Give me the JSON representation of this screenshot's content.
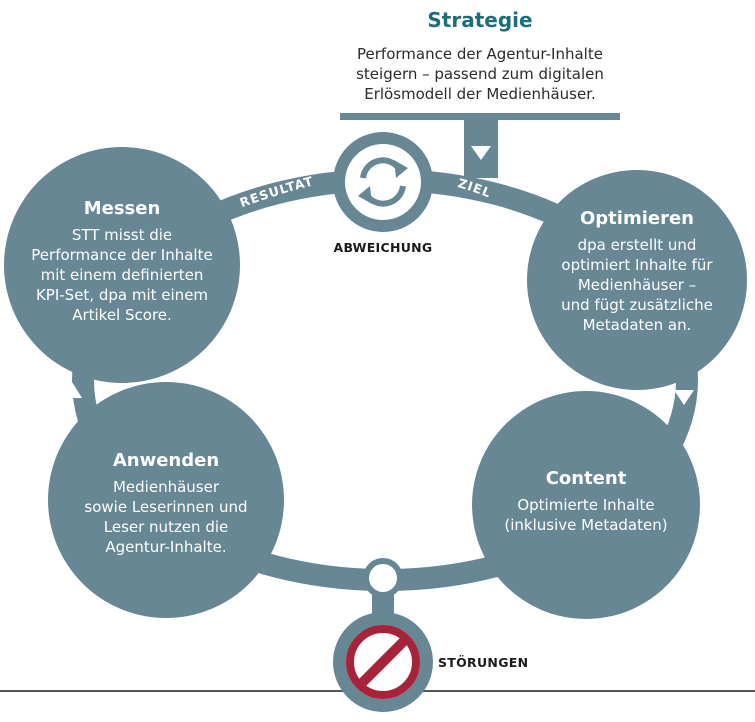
{
  "colors": {
    "slate": "#678795",
    "slate_light": "#d9e2e6",
    "heading_teal": "#1d6e7a",
    "stop_red": "#a8233a",
    "text_dark": "#2b2b2b"
  },
  "strategy": {
    "title": "Strategie",
    "text_line1": "Performance der Agentur-Inhalte",
    "text_line2": "steigern – passend zum digitalen",
    "text_line3": "Erlösmodell der Medienhäuser."
  },
  "nodes": {
    "messen": {
      "title": "Messen",
      "line1": "STT misst die",
      "line2": "Performance der Inhalte",
      "line3": "mit einem definierten",
      "line4": "KPI-Set, dpa mit einem",
      "line5": "Artikel Score."
    },
    "optimieren": {
      "title": "Optimieren",
      "line1": "dpa erstellt und",
      "line2": "optimiert Inhalte für",
      "line3": "Medienhäuser –",
      "line4": "und fügt zusätzliche",
      "line5": "Metadaten an."
    },
    "content": {
      "title": "Content",
      "line1": "Optimierte Inhalte",
      "line2": "(inklusive Metadaten)"
    },
    "anwenden": {
      "title": "Anwenden",
      "line1": "Medienhäuser",
      "line2": "sowie Leserinnen und",
      "line3": "Leser nutzen die",
      "line4": "Agentur-Inhalte."
    }
  },
  "labels": {
    "resultat": "RESULTAT",
    "ziel": "ZIEL",
    "abweichung": "ABWEICHUNG",
    "stoerungen": "STÖRUNGEN"
  },
  "icons": {
    "cycle": "refresh-cycle-icon",
    "stop": "prohibition-icon"
  }
}
